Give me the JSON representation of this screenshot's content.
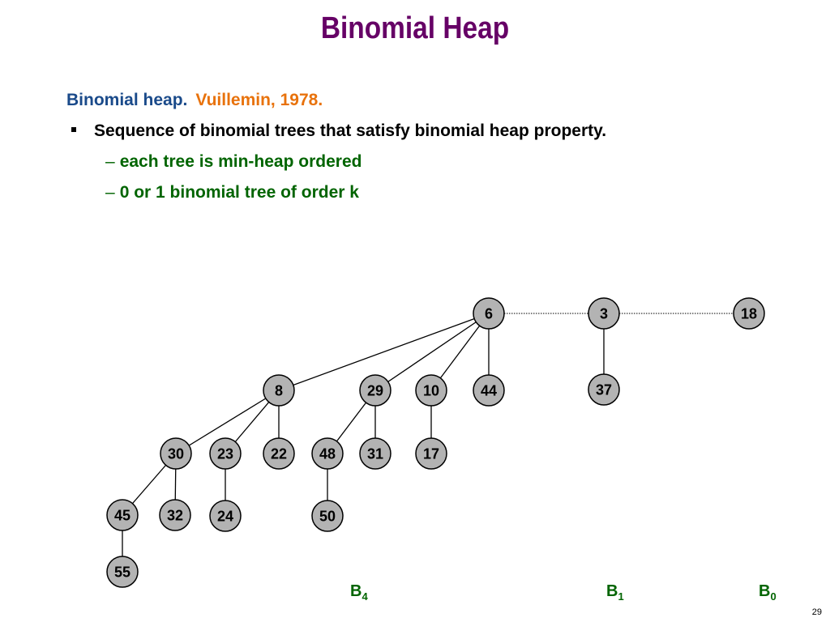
{
  "slide": {
    "title": "Binomial Heap",
    "intro_lead": "Binomial heap.",
    "intro_cite": "Vuillemin, 1978.",
    "bullet": "Sequence of binomial trees that satisfy binomial heap property.",
    "sub_bullets": [
      "each tree is min-heap ordered",
      "0 or 1 binomial tree of order k"
    ],
    "page_number": "29"
  },
  "heap": {
    "node_fill": "#b3b3b3",
    "label_color": "#006400",
    "nodes": [
      {
        "id": "n6",
        "key": "6"
      },
      {
        "id": "n3",
        "key": "3"
      },
      {
        "id": "n18",
        "key": "18"
      },
      {
        "id": "n8",
        "key": "8"
      },
      {
        "id": "n29",
        "key": "29"
      },
      {
        "id": "n10",
        "key": "10"
      },
      {
        "id": "n44",
        "key": "44"
      },
      {
        "id": "n37",
        "key": "37"
      },
      {
        "id": "n30",
        "key": "30"
      },
      {
        "id": "n23",
        "key": "23"
      },
      {
        "id": "n22",
        "key": "22"
      },
      {
        "id": "n48",
        "key": "48"
      },
      {
        "id": "n31",
        "key": "31"
      },
      {
        "id": "n17",
        "key": "17"
      },
      {
        "id": "n45",
        "key": "45"
      },
      {
        "id": "n32",
        "key": "32"
      },
      {
        "id": "n24",
        "key": "24"
      },
      {
        "id": "n50",
        "key": "50"
      },
      {
        "id": "n55",
        "key": "55"
      }
    ],
    "edges": [
      [
        "n6",
        "n8"
      ],
      [
        "n6",
        "n29"
      ],
      [
        "n6",
        "n10"
      ],
      [
        "n6",
        "n44"
      ],
      [
        "n8",
        "n30"
      ],
      [
        "n8",
        "n23"
      ],
      [
        "n8",
        "n22"
      ],
      [
        "n29",
        "n48"
      ],
      [
        "n29",
        "n31"
      ],
      [
        "n10",
        "n17"
      ],
      [
        "n30",
        "n45"
      ],
      [
        "n30",
        "n32"
      ],
      [
        "n23",
        "n24"
      ],
      [
        "n48",
        "n50"
      ],
      [
        "n45",
        "n55"
      ],
      [
        "n3",
        "n37"
      ]
    ],
    "root_links": [
      [
        "n6",
        "n3"
      ],
      [
        "n3",
        "n18"
      ]
    ],
    "tree_labels": [
      {
        "id": "b4",
        "base": "B",
        "order": "4"
      },
      {
        "id": "b1",
        "base": "B",
        "order": "1"
      },
      {
        "id": "b0",
        "base": "B",
        "order": "0"
      }
    ]
  }
}
